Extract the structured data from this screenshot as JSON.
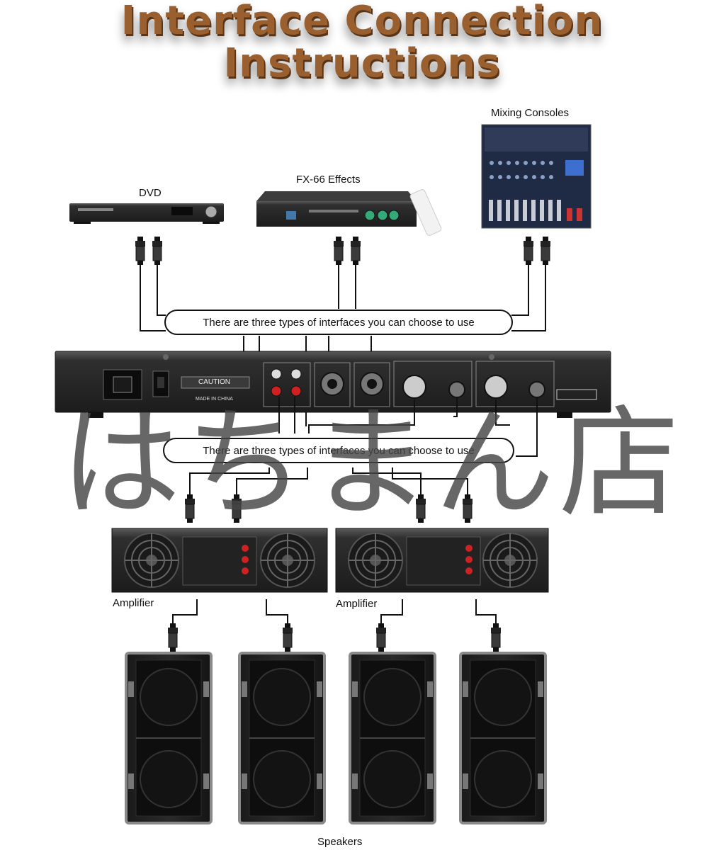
{
  "title": "Interface Connection Instructions",
  "sources": {
    "dvd": "DVD",
    "effects": "FX-66 Effects",
    "mixer": "Mixing Consoles"
  },
  "interface_note_top": "There are three types of interfaces you can choose to use",
  "interface_note_bottom": "There are three types of interfaces you can choose to use",
  "device_panel": {
    "caution": "CAUTION",
    "made_in": "MADE IN CHINA"
  },
  "amplifier_left": "Amplifier",
  "amplifier_right": "Amplifier",
  "speakers": "Speakers",
  "watermark": "はちまん店",
  "colors": {
    "title": "#9a5f2e",
    "title_shadow": "#5a3416",
    "device": "#2b2b2b",
    "wire": "#111111"
  }
}
